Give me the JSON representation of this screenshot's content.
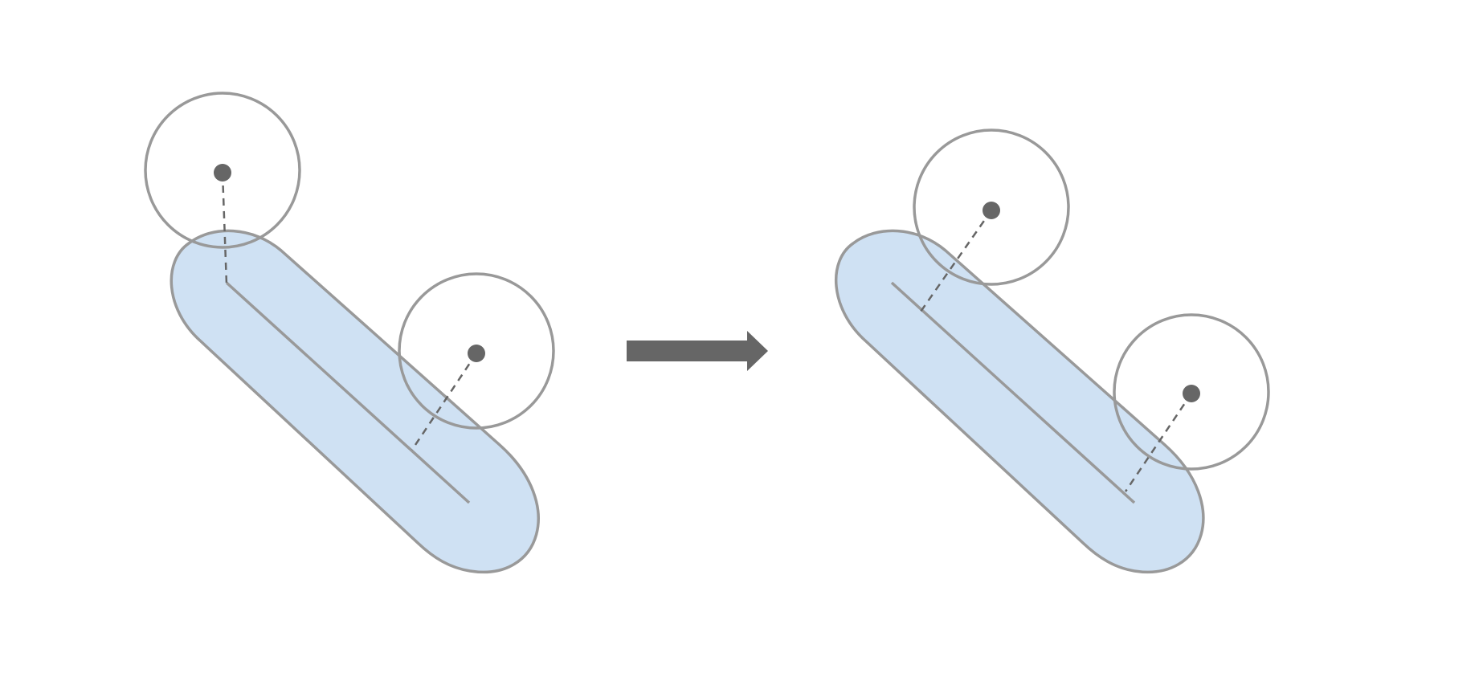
{
  "diagram": {
    "description_hidden": "",
    "colors": {
      "capsule_fill": "#cfe1f3",
      "stroke": "#999999",
      "dot": "#666666",
      "arrow": "#666666",
      "background": "#ffffff"
    },
    "panels": [
      {
        "id": "before",
        "capsule": "capsule",
        "circles": 2,
        "projection_lines": "dashed"
      },
      {
        "id": "after",
        "capsule": "capsule",
        "circles": 2,
        "projection_lines": "dashed"
      }
    ],
    "transition": {
      "icon": "right-arrow-icon",
      "direction": "left-to-right"
    }
  }
}
